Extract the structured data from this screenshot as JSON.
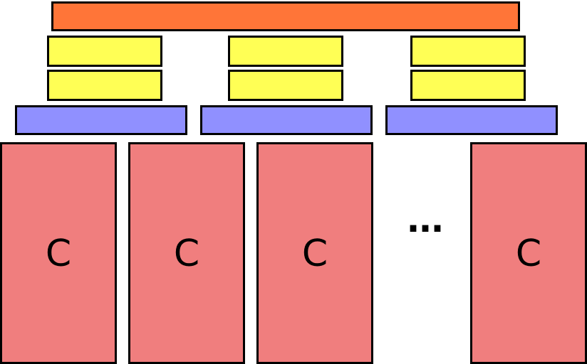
{
  "colors": {
    "top_bar": "#ff7538",
    "cache": "#ffff55",
    "blue": "#9090ff",
    "core": "#f07e7e",
    "border": "#000000"
  },
  "cores": [
    {
      "label": "C"
    },
    {
      "label": "C"
    },
    {
      "label": "C"
    },
    {
      "label": "C"
    }
  ],
  "ellipsis": "..."
}
